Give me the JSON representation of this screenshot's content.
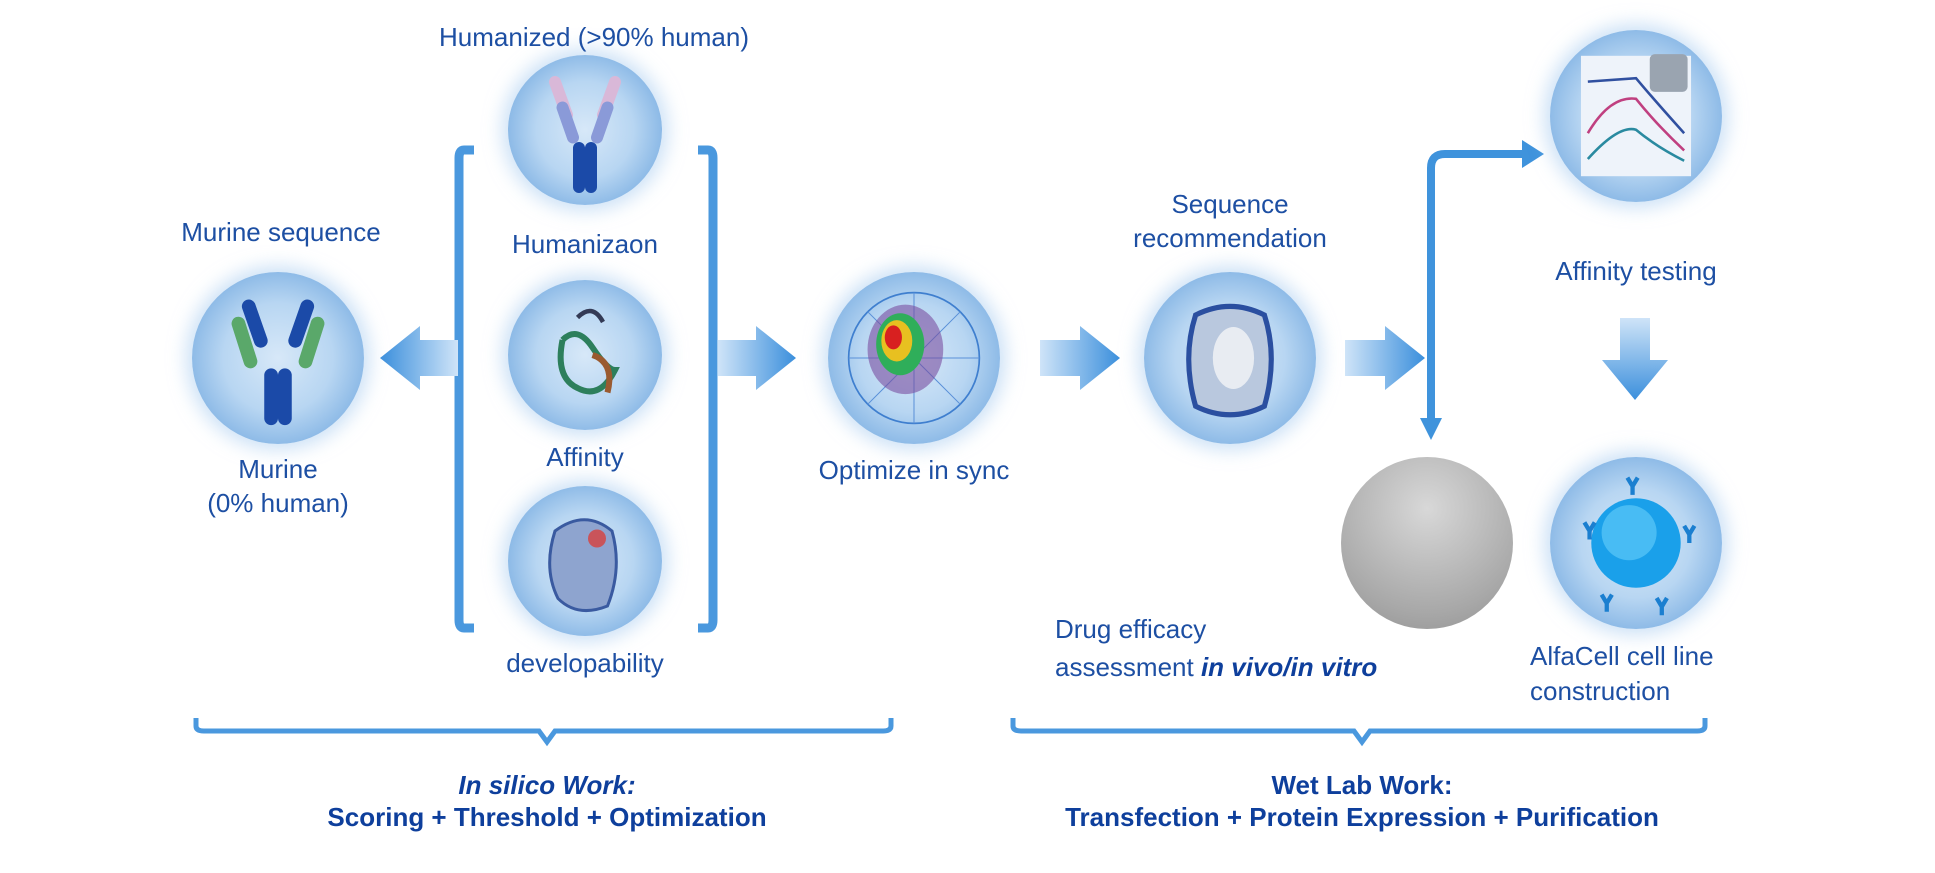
{
  "labels": {
    "humanized": "Humanized (>90% human)",
    "murine_sequence": "Murine sequence",
    "murine_1": "Murine",
    "murine_2": "(0% human)",
    "humanization": "Humanizaon",
    "affinity": "Affinity",
    "developability": "developability",
    "optimize": "Optimize in sync",
    "seq_rec_1": "Sequence",
    "seq_rec_2": "recommendation",
    "affinity_testing": "Affinity testing",
    "drug_1": "Drug efficacy",
    "drug_2a": "assessment ",
    "drug_2b": "in vivo/in vitro",
    "alfacell_1": "AlfaCell cell line",
    "alfacell_2": "construction"
  },
  "footer": {
    "insilico_title": "In silico Work:",
    "insilico_sub": "Scoring + Threshold + Optimization",
    "wetlab_title": "Wet Lab Work:",
    "wetlab_sub": "Transfection + Protein Expression + Purification"
  },
  "colors": {
    "text": "#1d4fa3",
    "bold": "#0e3f9c",
    "accent": "#3f93dc"
  }
}
